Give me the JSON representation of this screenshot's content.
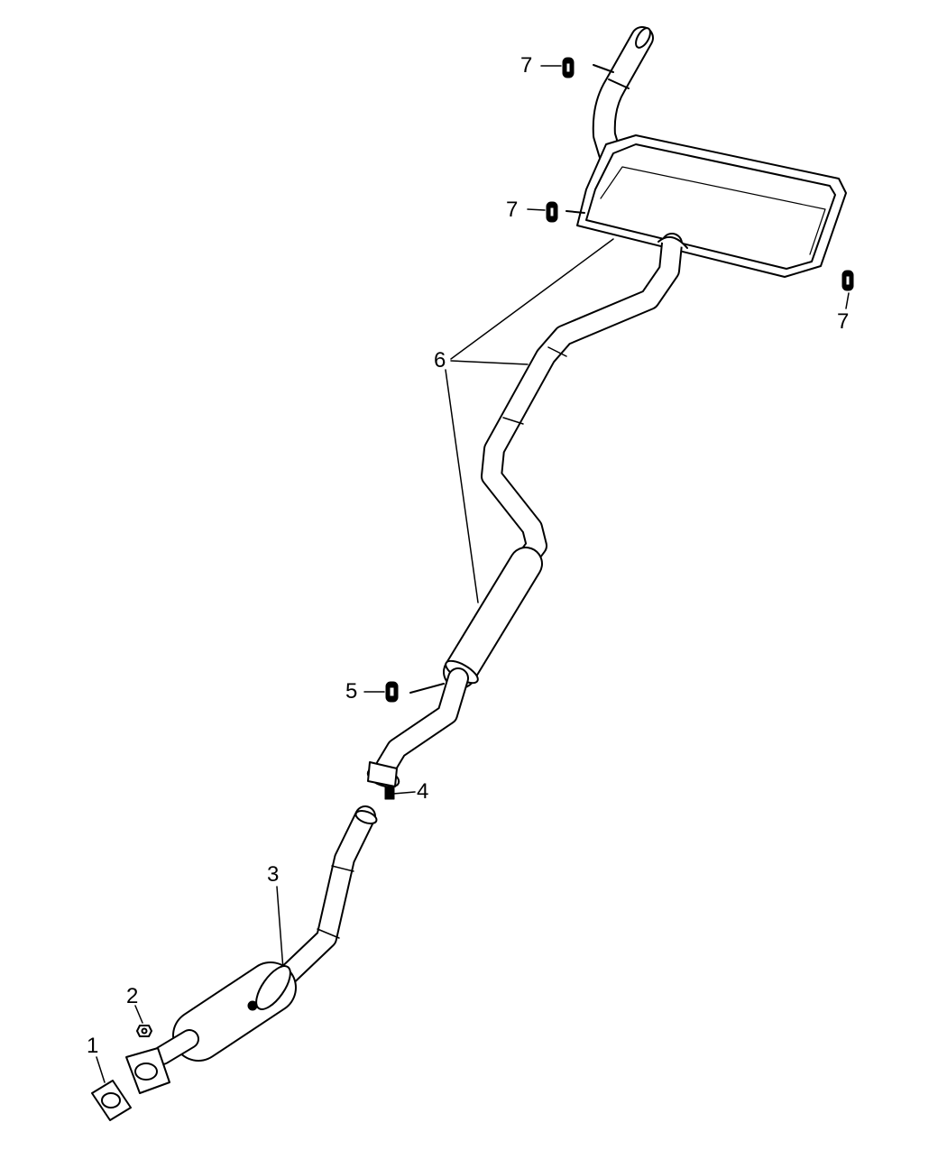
{
  "diagram": {
    "type": "exhaust-system-parts-diagram",
    "callouts": [
      {
        "id": "c1",
        "label": "1"
      },
      {
        "id": "c2",
        "label": "2"
      },
      {
        "id": "c3",
        "label": "3"
      },
      {
        "id": "c4",
        "label": "4"
      },
      {
        "id": "c5",
        "label": "5"
      },
      {
        "id": "c6",
        "label": "6"
      },
      {
        "id": "c7a",
        "label": "7"
      },
      {
        "id": "c7b",
        "label": "7"
      },
      {
        "id": "c7c",
        "label": "7"
      }
    ],
    "line_color": "#000000",
    "fill_color": "#ffffff"
  }
}
